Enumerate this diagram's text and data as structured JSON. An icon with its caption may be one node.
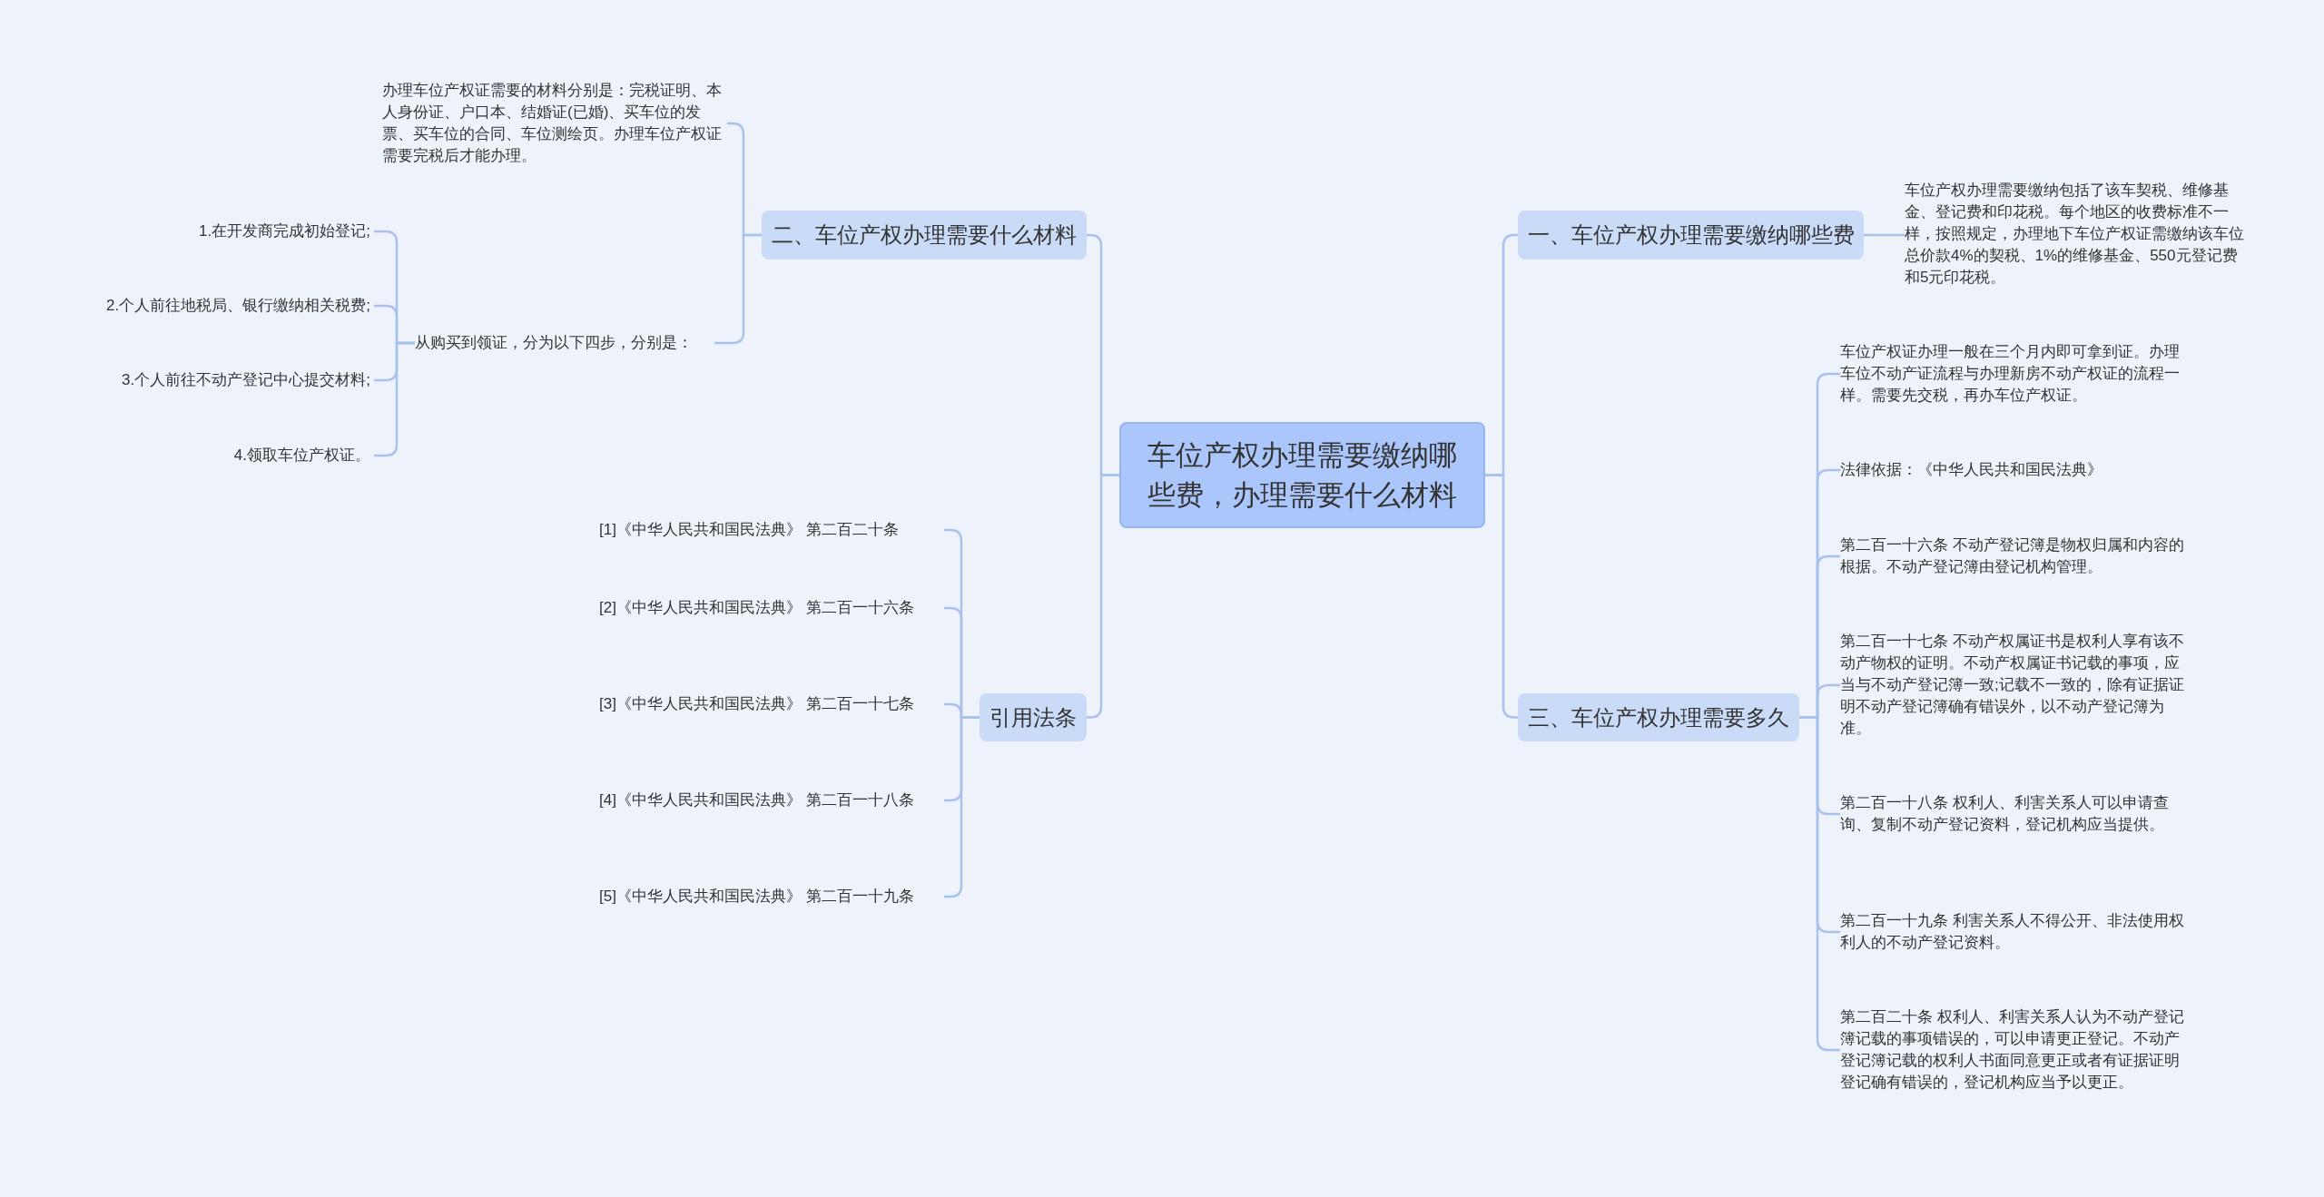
{
  "diagram": {
    "nodes": [
      {
        "text": [
          "车位产权办理需要缴纳哪些费，办理需要什么材料"
        ]
      },
      {
        "text": [
          "二、车位产权办理需要什么材料"
        ]
      },
      {
        "text": [
          "办理车位产权证需要的材料分别是：完税证明、本人身份证、户口本、结婚证(已婚)、买车位的发票、买车位的合同、车位测绘页。办理车位产权证需要完税后才能办理。"
        ]
      },
      {
        "text": [
          "从购买到领证，分为以下四步，分别是："
        ]
      },
      {
        "text": [
          "1.在开发商完成初始登记;"
        ]
      },
      {
        "text": [
          "2.个人前往地税局、银行缴纳相关税费;"
        ]
      },
      {
        "text": [
          "3.个人前往不动产登记中心提交材料;"
        ]
      },
      {
        "text": [
          "4.领取车位产权证。"
        ]
      },
      {
        "text": [
          "引用法条"
        ]
      },
      {
        "text": [
          "[1]《中华人民共和国民法典》 第二百二十条"
        ]
      },
      {
        "text": [
          "[2]《中华人民共和国民法典》 第二百一十六条"
        ]
      },
      {
        "text": [
          "[3]《中华人民共和国民法典》 第二百一十七条"
        ]
      },
      {
        "text": [
          "[4]《中华人民共和国民法典》 第二百一十八条"
        ]
      },
      {
        "text": [
          "[5]《中华人民共和国民法典》 第二百一十九条"
        ]
      },
      {
        "text": [
          "一、车位产权办理需要缴纳哪些费"
        ]
      },
      {
        "text": [
          "车位产权办理需要缴纳包括了该车契税、维修基金、登记费和印花税。每个地区的收费标准不一样，按照规定，办理地下车位产权证需缴纳该车位总价款4%的契税、1%的维修基金、550元登记费和5元印花税。"
        ]
      },
      {
        "text": [
          "三、车位产权办理需要多久"
        ]
      },
      {
        "text": [
          "车位产权证办理一般在三个月内即可拿到证。办理车位不动产证流程与办理新房不动产权证的流程一样。需要先交税，再办车位产权证。"
        ]
      },
      {
        "text": [
          "法律依据：《中华人民共和国民法典》"
        ]
      },
      {
        "text": [
          "第二百一十六条 不动产登记簿是物权归属和内容的根据。不动产登记簿由登记机构管理。"
        ]
      },
      {
        "text": [
          "第二百一十七条 不动产权属证书是权利人享有该不动产物权的证明。不动产权属证书记载的事项，应当与不动产登记簿一致;记载不一致的，除有证据证明不动产登记簿确有错误外，以不动产登记簿为准。"
        ]
      },
      {
        "text": [
          "第二百一十八条 权利人、利害关系人可以申请查询、复制不动产登记资料，登记机构应当提供。"
        ]
      },
      {
        "text": [
          "第二百一十九条 利害关系人不得公开、非法使用权利人的不动产登记资料。"
        ]
      },
      {
        "text": [
          "第二百二十条 权利人、利害关系人认为不动产登记簿记载的事项错误的，可以申请更正登记。不动产登记簿记载的权利人书面同意更正或者有证据证明登记确有错误的，登记机构应当予以更正。"
        ]
      }
    ],
    "edges": [
      {
        "from": 0,
        "to": 1,
        "arrow": "none"
      },
      {
        "from": 1,
        "to": 2,
        "arrow": "none"
      },
      {
        "from": 1,
        "to": 3,
        "arrow": "none"
      },
      {
        "from": 3,
        "to": 4,
        "arrow": "none"
      },
      {
        "from": 3,
        "to": 5,
        "arrow": "none"
      },
      {
        "from": 3,
        "to": 6,
        "arrow": "none"
      },
      {
        "from": 3,
        "to": 7,
        "arrow": "none"
      },
      {
        "from": 0,
        "to": 8,
        "arrow": "none"
      },
      {
        "from": 8,
        "to": 9,
        "arrow": "none"
      },
      {
        "from": 8,
        "to": 10,
        "arrow": "none"
      },
      {
        "from": 8,
        "to": 11,
        "arrow": "none"
      },
      {
        "from": 8,
        "to": 12,
        "arrow": "none"
      },
      {
        "from": 8,
        "to": 13,
        "arrow": "none"
      },
      {
        "from": 0,
        "to": 14,
        "arrow": "none"
      },
      {
        "from": 14,
        "to": 15,
        "arrow": "none"
      },
      {
        "from": 0,
        "to": 16,
        "arrow": "none"
      },
      {
        "from": 16,
        "to": 17,
        "arrow": "none"
      },
      {
        "from": 16,
        "to": 18,
        "arrow": "none"
      },
      {
        "from": 16,
        "to": 19,
        "arrow": "none"
      },
      {
        "from": 16,
        "to": 20,
        "arrow": "none"
      },
      {
        "from": 16,
        "to": 21,
        "arrow": "none"
      },
      {
        "from": 16,
        "to": 22,
        "arrow": "none"
      },
      {
        "from": 16,
        "to": 23,
        "arrow": "none"
      }
    ]
  }
}
